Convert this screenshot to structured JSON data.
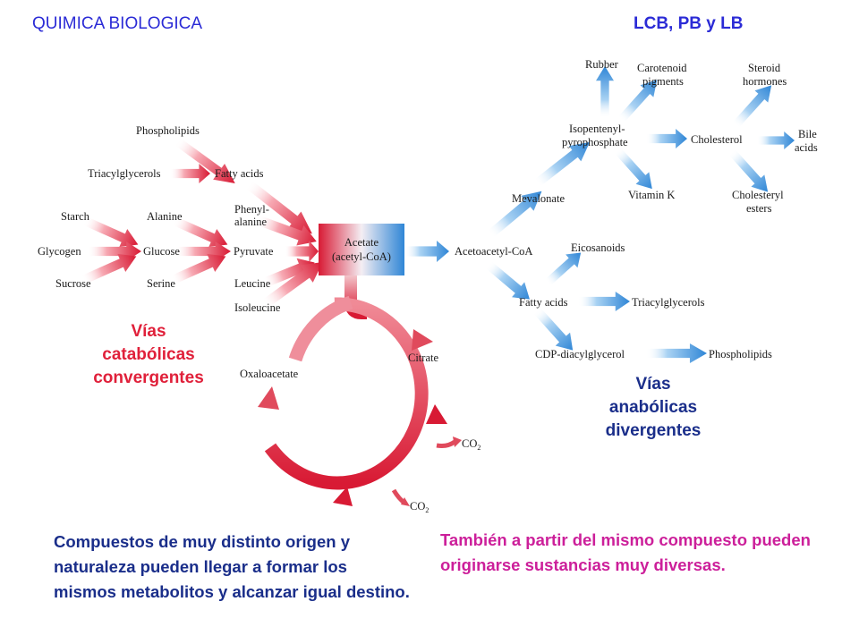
{
  "header": {
    "left_title": "QUIMICA BIOLOGICA",
    "right_title": "LCB, PB y LB"
  },
  "center": {
    "line1": "Acetate",
    "line2": "(acetyl-CoA)"
  },
  "catabolic": {
    "phospholipids": "Phospholipids",
    "triacylglycerols": "Triacylglycerols",
    "fatty_acids": "Fatty acids",
    "starch": "Starch",
    "glycogen": "Glycogen",
    "sucrose": "Sucrose",
    "alanine": "Alanine",
    "glucose": "Glucose",
    "serine": "Serine",
    "phenylalanine_1": "Phenyl-",
    "phenylalanine_2": "alanine",
    "pyruvate": "Pyruvate",
    "leucine": "Leucine",
    "isoleucine": "Isoleucine"
  },
  "cycle": {
    "citrate": "Citrate",
    "oxaloacetate": "Oxaloacetate",
    "co2_label": "CO",
    "co2_sub": "2"
  },
  "anabolic": {
    "acetoacetyl_coa": "Acetoacetyl-CoA",
    "mevalonate": "Mevalonate",
    "isopentenyl_1": "Isopentenyl-",
    "isopentenyl_2": "pyrophosphate",
    "rubber": "Rubber",
    "carotenoid_1": "Carotenoid",
    "carotenoid_2": "pigments",
    "vitamin_k": "Vitamin K",
    "cholesterol": "Cholesterol",
    "steroid_1": "Steroid",
    "steroid_2": "hormones",
    "bile_1": "Bile",
    "bile_2": "acids",
    "cholesteryl_1": "Cholesteryl",
    "cholesteryl_2": "esters",
    "eicosanoids": "Eicosanoids",
    "fatty_acids": "Fatty acids",
    "triacylglycerols": "Triacylglycerols",
    "cdp_diacylglycerol": "CDP-diacylglycerol",
    "phospholipids": "Phospholipids"
  },
  "labels": {
    "catabolic_line1": "Vías",
    "catabolic_line2": "catabólicas",
    "catabolic_line3": "convergentes",
    "anabolic_line1": "Vías",
    "anabolic_line2": "anabólicas",
    "anabolic_line3": "divergentes"
  },
  "descriptions": {
    "left": "Compuestos de muy distinto origen y naturaleza pueden llegar a formar los mismos metabolitos y alcanzar igual destino.",
    "right": "También a partir del mismo compuesto pueden originarse sustancias muy diversas."
  },
  "colors": {
    "catabolic_red": "#e0203a",
    "anabolic_blue": "#3a8fdc",
    "header_blue": "#2b2bd6",
    "desc_magenta": "#cc1f9a"
  }
}
